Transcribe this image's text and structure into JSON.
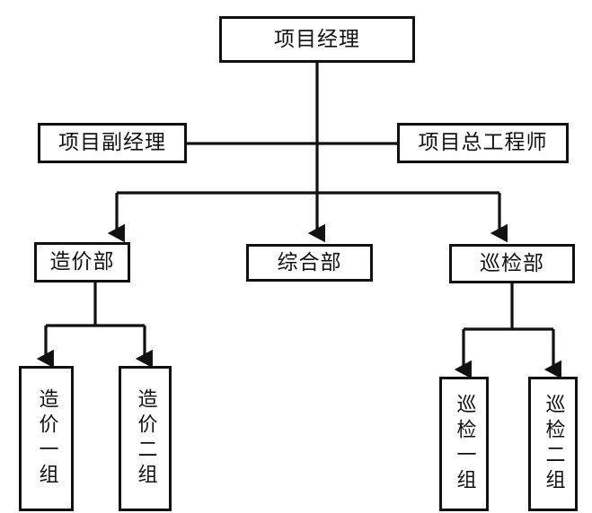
{
  "diagram": {
    "type": "organization-chart",
    "title": "",
    "background_color": "#ffffff",
    "line_color": "#111111",
    "box_border_color": "#111111",
    "box_fill_color": "#ffffff",
    "text_color": "#111111",
    "nodes": {
      "project_manager": "项目经理",
      "deputy_project_manager": "项目副经理",
      "chief_engineer": "项目总工程师",
      "cost_department": "造价部",
      "general_department": "综合部",
      "inspection_department": "巡检部",
      "cost_group_1": "造价一组",
      "cost_group_2": "造价二组",
      "inspection_group_1": "巡检一组",
      "inspection_group_2": "巡检二组"
    },
    "levels": [
      {
        "level": 1,
        "items": [
          "项目经理"
        ]
      },
      {
        "level": 2,
        "items": [
          "项目副经理",
          "项目总工程师"
        ]
      },
      {
        "level": 3,
        "items": [
          "造价部",
          "综合部",
          "巡检部"
        ]
      },
      {
        "level": 4,
        "items": [
          "造价一组",
          "造价二组",
          "巡检一组",
          "巡检二组"
        ]
      }
    ],
    "edges": [
      {
        "from": "项目经理",
        "to": "项目副经理"
      },
      {
        "from": "项目经理",
        "to": "项目总工程师"
      },
      {
        "from": "项目经理",
        "to": "造价部"
      },
      {
        "from": "项目经理",
        "to": "综合部"
      },
      {
        "from": "项目经理",
        "to": "巡检部"
      },
      {
        "from": "造价部",
        "to": "造价一组"
      },
      {
        "from": "造价部",
        "to": "造价二组"
      },
      {
        "from": "巡检部",
        "to": "巡检一组"
      },
      {
        "from": "巡检部",
        "to": "巡检二组"
      }
    ]
  }
}
